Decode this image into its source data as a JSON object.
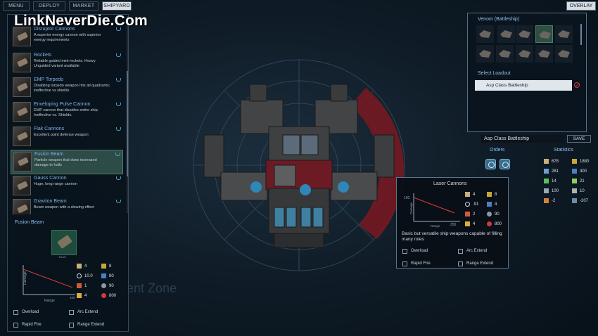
{
  "watermark": "LinkNeverDie.Com",
  "topnav": {
    "menu": "MENU",
    "deploy": "DEPLOY",
    "market": "MARKET",
    "shipyard": "SHIPYARD"
  },
  "overlay_label": "OVERLAY",
  "background_text": "ent Zone",
  "weapons": [
    {
      "name": "Disruptor Cannons",
      "desc": "A superior energy cannon with superior energy requirements"
    },
    {
      "name": "Rockets",
      "desc": "Reliable guided mini-rockets. Heavy Unguided variant available"
    },
    {
      "name": "EMP Torpedo",
      "desc": "Disabling torpedo weapon hits all quadrants; ineffective vs shields"
    },
    {
      "name": "Enveloping Pulse Cannon",
      "desc": "EMP cannon that disables entire ship. Ineffective vs. Shields."
    },
    {
      "name": "Flak Cannons",
      "desc": "Excellent point defense weapon"
    },
    {
      "name": "Fusion Beam",
      "desc": "Particle weapon that does increased damage to hulls"
    },
    {
      "name": "Gauss Cannon",
      "desc": "Huge, long range cannon"
    },
    {
      "name": "Graviton Beam",
      "desc": "Beam weapon with a slowing effect"
    }
  ],
  "detail": {
    "title": "Fusion Beam",
    "icon_label": "Turret",
    "graph_ylabel": "Damage",
    "graph_xlabel": "Range",
    "graph_xmax": "100",
    "stats": {
      "a": "4",
      "b": "8",
      "c": "10.0",
      "d": "80",
      "e": "1",
      "f": "90",
      "g": "4",
      "h": "800"
    },
    "options": [
      "Overload",
      "Arc Extend",
      "Rapid Fire",
      "Range Extend"
    ]
  },
  "ship_panel": {
    "title": "Venom (Battleship)",
    "select_loadout": "Select Loadout",
    "loadout": "Asp Class Battleship"
  },
  "ship_name_value": "Asp Class Battleship",
  "save_label": "SAVE",
  "orders_label": "Orders",
  "statistics_label": "Statistics",
  "statistics": [
    [
      "678",
      "1880"
    ],
    [
      "281",
      "400"
    ],
    [
      "14",
      "21"
    ],
    [
      "100",
      "10"
    ],
    [
      "-2",
      "-207"
    ]
  ],
  "popup": {
    "title": "Laser Cannons",
    "graph_ymax": "100",
    "graph_xmax": "250",
    "graph_ylabel": "Damage",
    "graph_xlabel": "Range",
    "stats": {
      "a": "4",
      "b": "8",
      "c": ".91",
      "d": "4",
      "e": "2",
      "f": "90",
      "g": "4",
      "h": "800"
    },
    "desc": "Basic but versatile ship weapons capable of filling many roles",
    "options": [
      "Overload",
      "Arc Extend",
      "Rapid Fire",
      "Range Extend"
    ]
  },
  "colors": {
    "accent": "#8ec2ee",
    "selection": "#2d4b47",
    "danger_arc": "#8a1c24",
    "save_bg": "#0f1a24"
  }
}
